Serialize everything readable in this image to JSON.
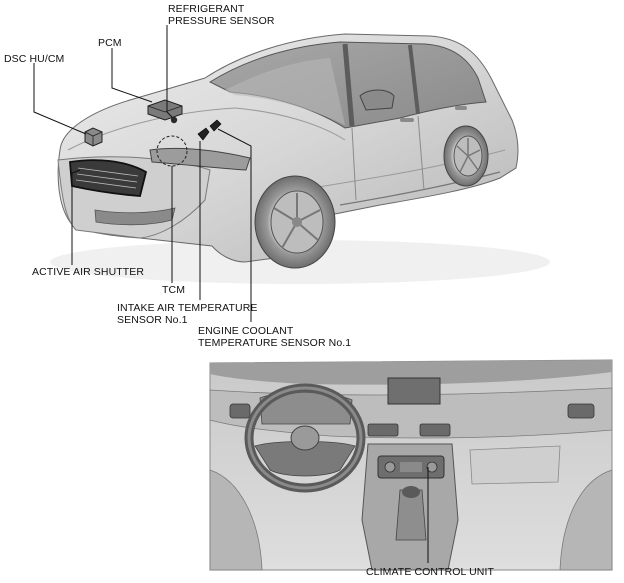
{
  "labels": {
    "refrigerant_pressure_sensor": [
      "REFRIGERANT",
      "PRESSURE SENSOR"
    ],
    "pcm": "PCM",
    "dsc_hu_cm": "DSC HU/CM",
    "active_air_shutter": "ACTIVE AIR SHUTTER",
    "tcm": "TCM",
    "intake_air_temperature_sensor": [
      "INTAKE AIR TEMPERATURE",
      "SENSOR No.1"
    ],
    "engine_coolant_temperature_sensor": [
      "ENGINE COOLANT",
      "TEMPERATURE SENSOR No.1"
    ],
    "climate_control_unit": "CLIMATE CONTROL UNIT"
  },
  "colors": {
    "line": "#111111",
    "body_light": "#e3e3e3",
    "body_mid": "#c4c4c4",
    "body_dark": "#7a7a7a",
    "interior_bg": "#d2d2d2"
  }
}
